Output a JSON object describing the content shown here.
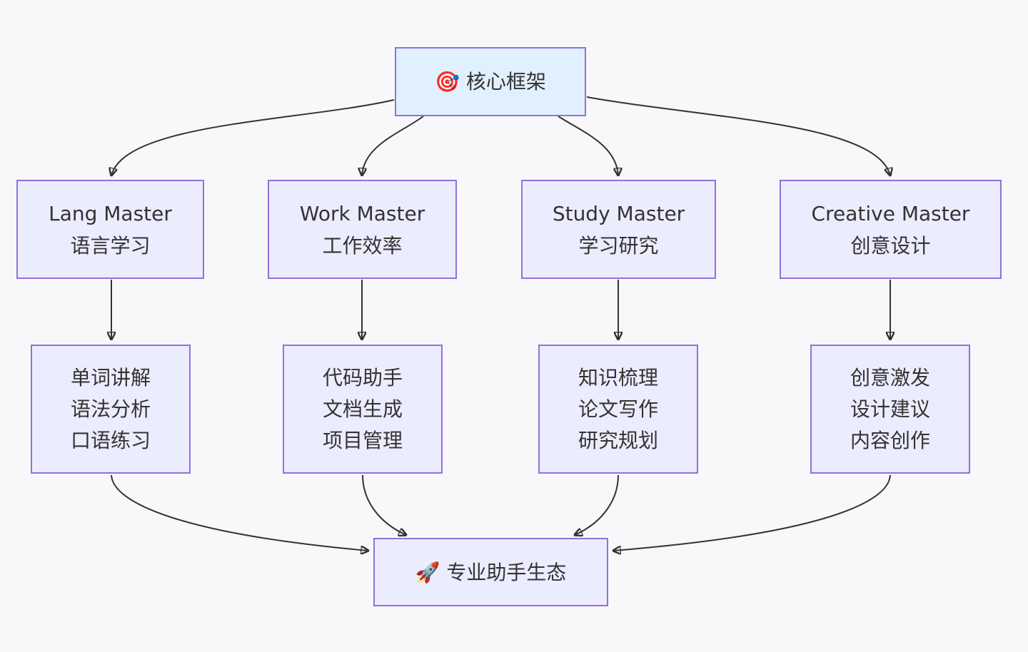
{
  "diagram": {
    "type": "flowchart",
    "direction": "top-down",
    "colors": {
      "background": "#F8F8FA",
      "node_fill": "#ECECFF",
      "node_border": "#9370DB",
      "root_fill": "#E1F0FE",
      "edge": "#333333",
      "text": "#333333"
    },
    "nodes": {
      "root": {
        "label": "🎯 核心框架"
      },
      "lang": {
        "line1": "Lang Master",
        "line2": "语言学习"
      },
      "work": {
        "line1": "Work Master",
        "line2": "工作效率"
      },
      "study": {
        "line1": "Study Master",
        "line2": "学习研究"
      },
      "creative": {
        "line1": "Creative Master",
        "line2": "创意设计"
      },
      "lang_detail": {
        "line1": "单词讲解",
        "line2": "语法分析",
        "line3": "口语练习"
      },
      "work_detail": {
        "line1": "代码助手",
        "line2": "文档生成",
        "line3": "项目管理"
      },
      "study_detail": {
        "line1": "知识梳理",
        "line2": "论文写作",
        "line3": "研究规划"
      },
      "creative_detail": {
        "line1": "创意激发",
        "line2": "设计建议",
        "line3": "内容创作"
      },
      "ecosystem": {
        "label": "🚀 专业助手生态"
      }
    },
    "edges": [
      {
        "from": "root",
        "to": "lang"
      },
      {
        "from": "root",
        "to": "work"
      },
      {
        "from": "root",
        "to": "study"
      },
      {
        "from": "root",
        "to": "creative"
      },
      {
        "from": "lang",
        "to": "lang_detail"
      },
      {
        "from": "work",
        "to": "work_detail"
      },
      {
        "from": "study",
        "to": "study_detail"
      },
      {
        "from": "creative",
        "to": "creative_detail"
      },
      {
        "from": "lang_detail",
        "to": "ecosystem"
      },
      {
        "from": "work_detail",
        "to": "ecosystem"
      },
      {
        "from": "study_detail",
        "to": "ecosystem"
      },
      {
        "from": "creative_detail",
        "to": "ecosystem"
      }
    ]
  }
}
